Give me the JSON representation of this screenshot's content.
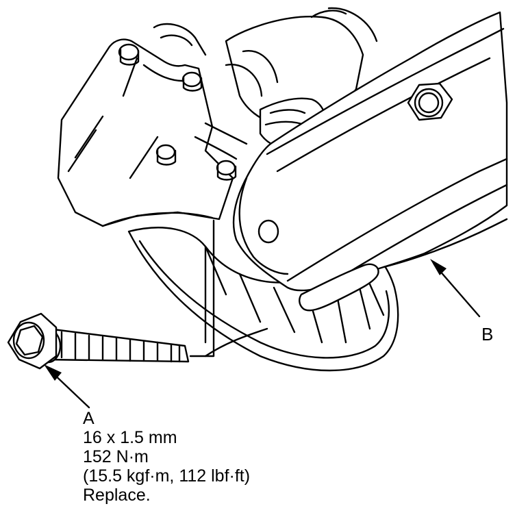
{
  "callouts": {
    "a": {
      "letter": "A",
      "size": "16 x 1.5 mm",
      "torque": "152 N·m",
      "torque_alt": "(15.5 kgf·m, 112 lbf·ft)",
      "note": "Replace."
    },
    "b": {
      "letter": "B"
    }
  },
  "colors": {
    "line": "#000000",
    "background": "#ffffff"
  }
}
